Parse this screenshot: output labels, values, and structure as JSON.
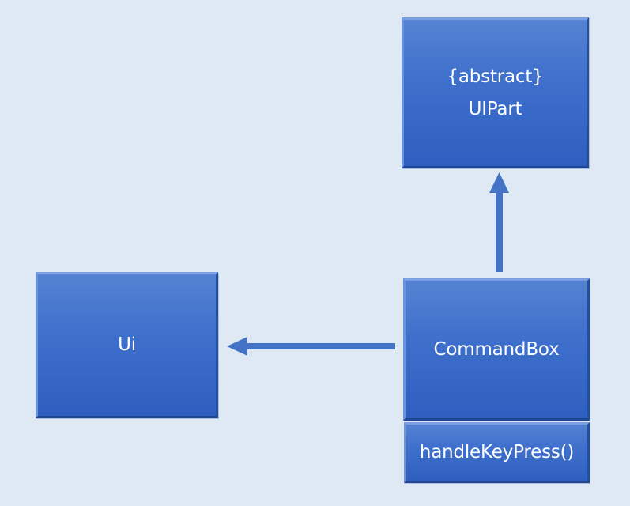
{
  "diagram": {
    "nodes": {
      "uipart": {
        "stereotype": "{abstract}",
        "name": "UIPart"
      },
      "ui": {
        "name": "Ui"
      },
      "commandbox": {
        "name": "CommandBox"
      },
      "commandbox_method": {
        "name": "handleKeyPress()"
      }
    },
    "edges": [
      {
        "from": "CommandBox",
        "to": "UIPart",
        "type": "inheritance"
      },
      {
        "from": "CommandBox",
        "to": "Ui",
        "type": "association"
      }
    ],
    "colors": {
      "background": "#dee9f4",
      "node_fill": "#3f70cc",
      "arrow": "#4472c4",
      "text": "#ffffff"
    }
  }
}
